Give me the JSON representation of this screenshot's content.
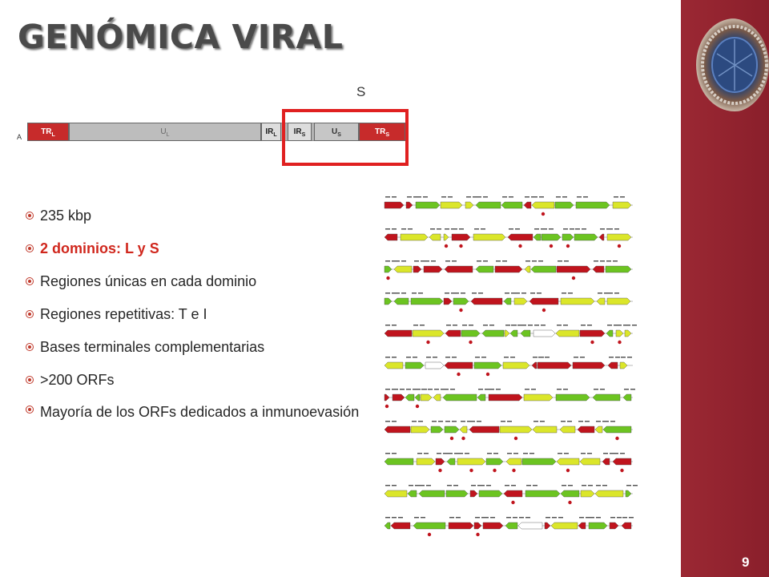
{
  "title": "GENÓMICA VIRAL",
  "page_number": "9",
  "genome_map": {
    "s_label": "S",
    "a_label": "A",
    "segments": {
      "trl": {
        "main": "TR",
        "sub": "L"
      },
      "ul": {
        "main": "U",
        "sub": "L"
      },
      "irl": {
        "main": "IR",
        "sub": "L"
      },
      "irs": {
        "main": "IR",
        "sub": "S"
      },
      "us": {
        "main": "U",
        "sub": "S"
      },
      "trs": {
        "main": "TR",
        "sub": "S"
      }
    },
    "highlight_color": "#e02020"
  },
  "bullets": [
    {
      "text": "235 kbp",
      "highlight": false
    },
    {
      "text": "2 dominios: L y S",
      "highlight": true
    },
    {
      "text": "Regiones únicas en  cada dominio",
      "highlight": false
    },
    {
      "text": "Regiones repetitivas: T e I",
      "highlight": false
    },
    {
      "text": "Bases terminales complementarias",
      "highlight": false
    },
    {
      "text": ">200 ORFs",
      "highlight": false
    },
    {
      "text": "Mayoría de los ORFs dedicados a inmunoevasión",
      "highlight": false
    }
  ],
  "colors": {
    "accent_red": "#d0271d",
    "sidebar": "#8a1f2b",
    "orf_green": "#6cc421",
    "orf_yellow": "#dbe62a",
    "orf_red": "#c0141d"
  }
}
